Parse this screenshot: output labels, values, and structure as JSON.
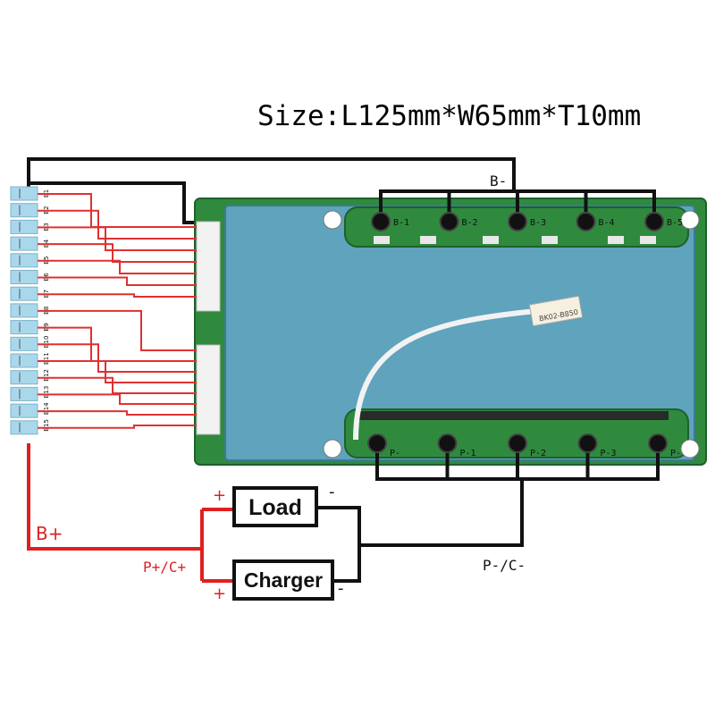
{
  "title": "Size:L125mm*W65mm*T10mm",
  "cells": [
    "B1",
    "B2",
    "B3",
    "B4",
    "B5",
    "B6",
    "B7",
    "B8",
    "B9",
    "B10",
    "B11",
    "B12",
    "B13",
    "B14",
    "B15"
  ],
  "b_minus_pads": [
    "B-1",
    "B-2",
    "B-3",
    "B-4",
    "B-5"
  ],
  "p_pads": [
    "P-",
    "P-1",
    "P-2",
    "P-3",
    "P-"
  ],
  "labels": {
    "b_minus": "B-",
    "b_plus": "B+",
    "p_plus_c_plus": "P+/C+",
    "p_minus_c_minus": "P-/C-",
    "load": "Load",
    "charger": "Charger",
    "plus": "+",
    "minus": "-",
    "sensor": "BK02-B850"
  },
  "colors": {
    "positive_wire": "#e02020",
    "negative_wire": "#111111",
    "balance_wire": "#e03030",
    "pcb_green": "#2f8a3e",
    "heatsink_blue": "#5fa3bd",
    "cell_blue": "#a9d8ec"
  }
}
